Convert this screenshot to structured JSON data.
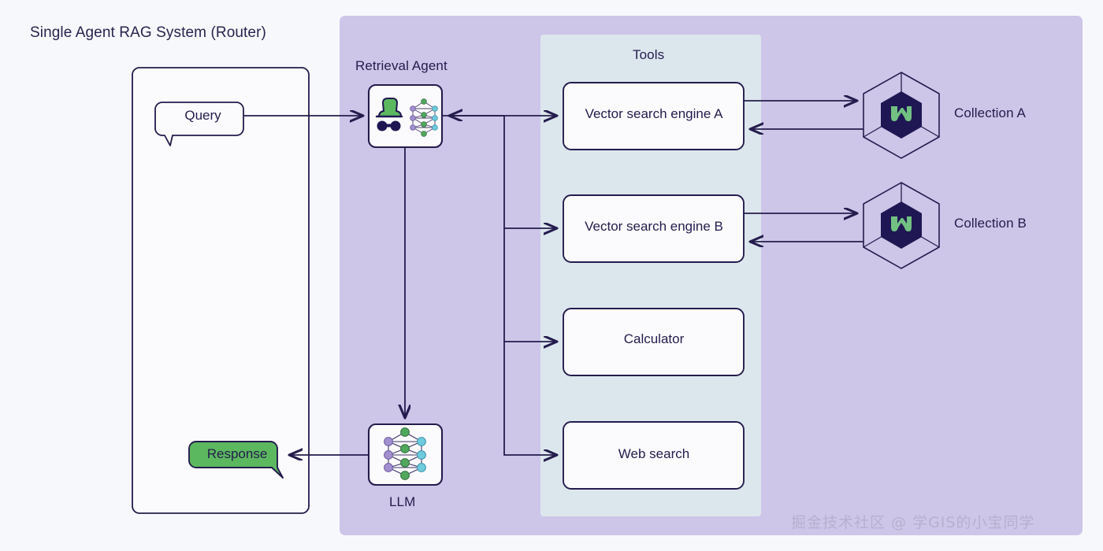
{
  "diagram": {
    "title": "Single Agent RAG System (Router)",
    "background_color": "#f7f8fb",
    "stroke_color": "#241c4d"
  },
  "panels": {
    "agent_panel": {
      "color": "#cdc6e8"
    },
    "tools_panel": {
      "label": "Tools",
      "color": "#dce7ed"
    },
    "client_panel": {
      "color": "#fbfbfd"
    }
  },
  "nodes": {
    "query": {
      "label": "Query",
      "fill": "#fbfbfd"
    },
    "response": {
      "label": "Response",
      "fill": "#5cb85f"
    },
    "retrieval_agent": {
      "label": "Retrieval Agent",
      "icon": "detective-neural-icon"
    },
    "llm": {
      "label": "LLM",
      "icon": "neural-network-icon"
    },
    "tools": [
      {
        "label": "Vector search engine A"
      },
      {
        "label": "Vector search engine B"
      },
      {
        "label": "Calculator"
      },
      {
        "label": "Web search"
      }
    ],
    "collections": [
      {
        "label": "Collection A",
        "icon": "collection-hexagon-icon"
      },
      {
        "label": "Collection B",
        "icon": "collection-hexagon-icon"
      }
    ]
  },
  "colors": {
    "accent_green": "#5cb85f",
    "node_green": "#4fa85c",
    "node_purple": "#a28fd0",
    "node_cyan": "#6ecadd",
    "logo_navy": "#1f1753",
    "logo_green": "#72c182"
  },
  "watermark": {
    "text": "掘金技术社区 @ 学GIS的小宝同学"
  }
}
